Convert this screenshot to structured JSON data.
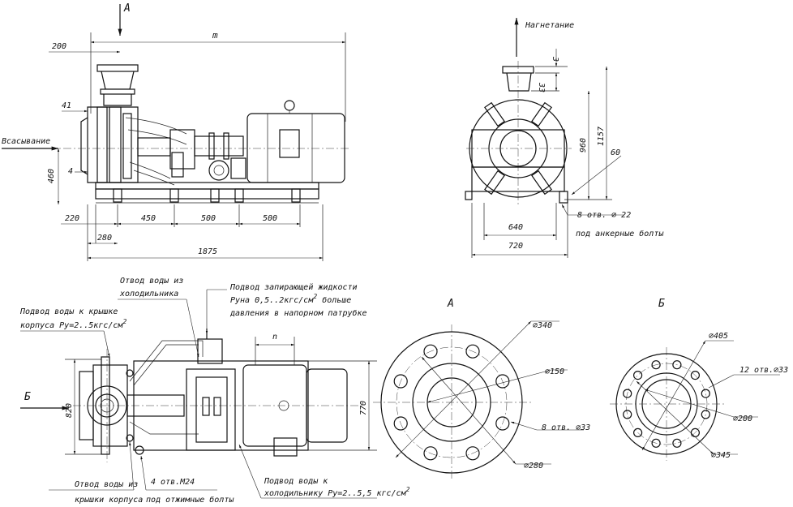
{
  "front_view": {
    "label_view_a": "А",
    "dim_total_length": "m",
    "dim_200": "200",
    "dim_41": "41",
    "label_suction": "Всасывание",
    "dim_460": "460",
    "dim_4": "4",
    "dim_220": "220",
    "dim_450": "450",
    "dim_500_a": "500",
    "dim_500_b": "500",
    "dim_280": "280",
    "dim_1875": "1875"
  },
  "side_view": {
    "label_discharge": "Нагнетание",
    "dim_3": "3",
    "dim_33": "33",
    "dim_960": "960",
    "dim_1157": "1157",
    "dim_60": "60",
    "holes_note": "8 отв. ∅ 22",
    "anchor_note": "под анкерные болты",
    "dim_640": "640",
    "dim_720": "720"
  },
  "plan_view": {
    "label_view_b": "Б",
    "note_cooler_outlet_1": "Отвод воды из",
    "note_cooler_outlet_2": "холодильника",
    "note_seal_fluid_1": "Подвод запирающей жидкости",
    "note_seal_fluid_2": "Pуна 0,5..2кгс/см",
    "note_seal_fluid_2_sup": "2",
    "note_seal_fluid_2b": " больше",
    "note_seal_fluid_3": "давления в напорном патрубке",
    "note_cover_supply_1": "Подвод воды к крышке",
    "note_cover_supply_2": "корпуса Pу=2..5кгс/см",
    "note_cover_supply_2_sup": "2",
    "dim_n": "n",
    "dim_820": "820",
    "dim_770": "770",
    "note_cover_outlet_1": "Отвод воды из",
    "note_cover_outlet_2": "крышки корпуса",
    "note_jack_1": "4 отв.М24",
    "note_jack_2": "под отжимные болты",
    "note_cooler_supply_1": "Подвод воды к",
    "note_cooler_supply_2": "холодильнику  Pу=2..5,5 кгс/см",
    "note_cooler_supply_2_sup": "2"
  },
  "flange_a": {
    "title": "А",
    "dia_outer": "∅340",
    "dia_bore": "∅150",
    "holes": "8 отв. ∅33",
    "dia_bolt_circle": "∅280"
  },
  "flange_b": {
    "title": "Б",
    "dia_outer": "∅405",
    "holes": "12 отв.∅33",
    "dia_bore": "∅200",
    "dia_bolt_circle": "∅345"
  }
}
